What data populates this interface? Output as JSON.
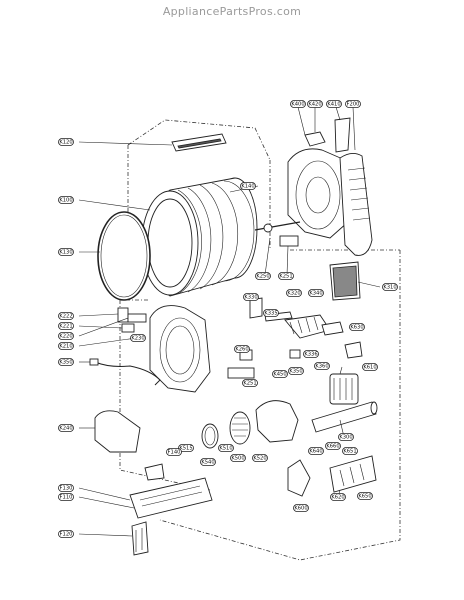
{
  "watermark": "AppliancePartsPros.com",
  "callouts": {
    "K120": "K120",
    "K100": "K100",
    "K140": "K140",
    "K130": "K130",
    "K400": "K400",
    "K420": "K420",
    "K410": "K410",
    "F200": "F200",
    "K250": "K250",
    "K251_top": "K251",
    "K310": "K310",
    "K330": "K330",
    "K320": "K320",
    "K340": "K340",
    "K222": "K222",
    "K221": "K221",
    "K220": "K220",
    "K210": "K210",
    "K230": "K230",
    "K350": "K350",
    "K335": "K335",
    "K630": "K630",
    "K260": "K260",
    "K336": "K336",
    "K350b": "K350",
    "K360": "K360",
    "K610": "K610",
    "K251_mid": "K251",
    "K450": "K450",
    "K240": "K240",
    "K500": "K500",
    "K520": "K520",
    "K300": "K300",
    "K640": "K640",
    "K660": "K660",
    "K651": "K651",
    "K650": "K650",
    "K540": "K540",
    "K510": "K510",
    "K515": "K515",
    "F140": "F140",
    "F130": "F130",
    "F110": "F110",
    "K600": "K600",
    "K620": "K620",
    "F120": "F120"
  }
}
